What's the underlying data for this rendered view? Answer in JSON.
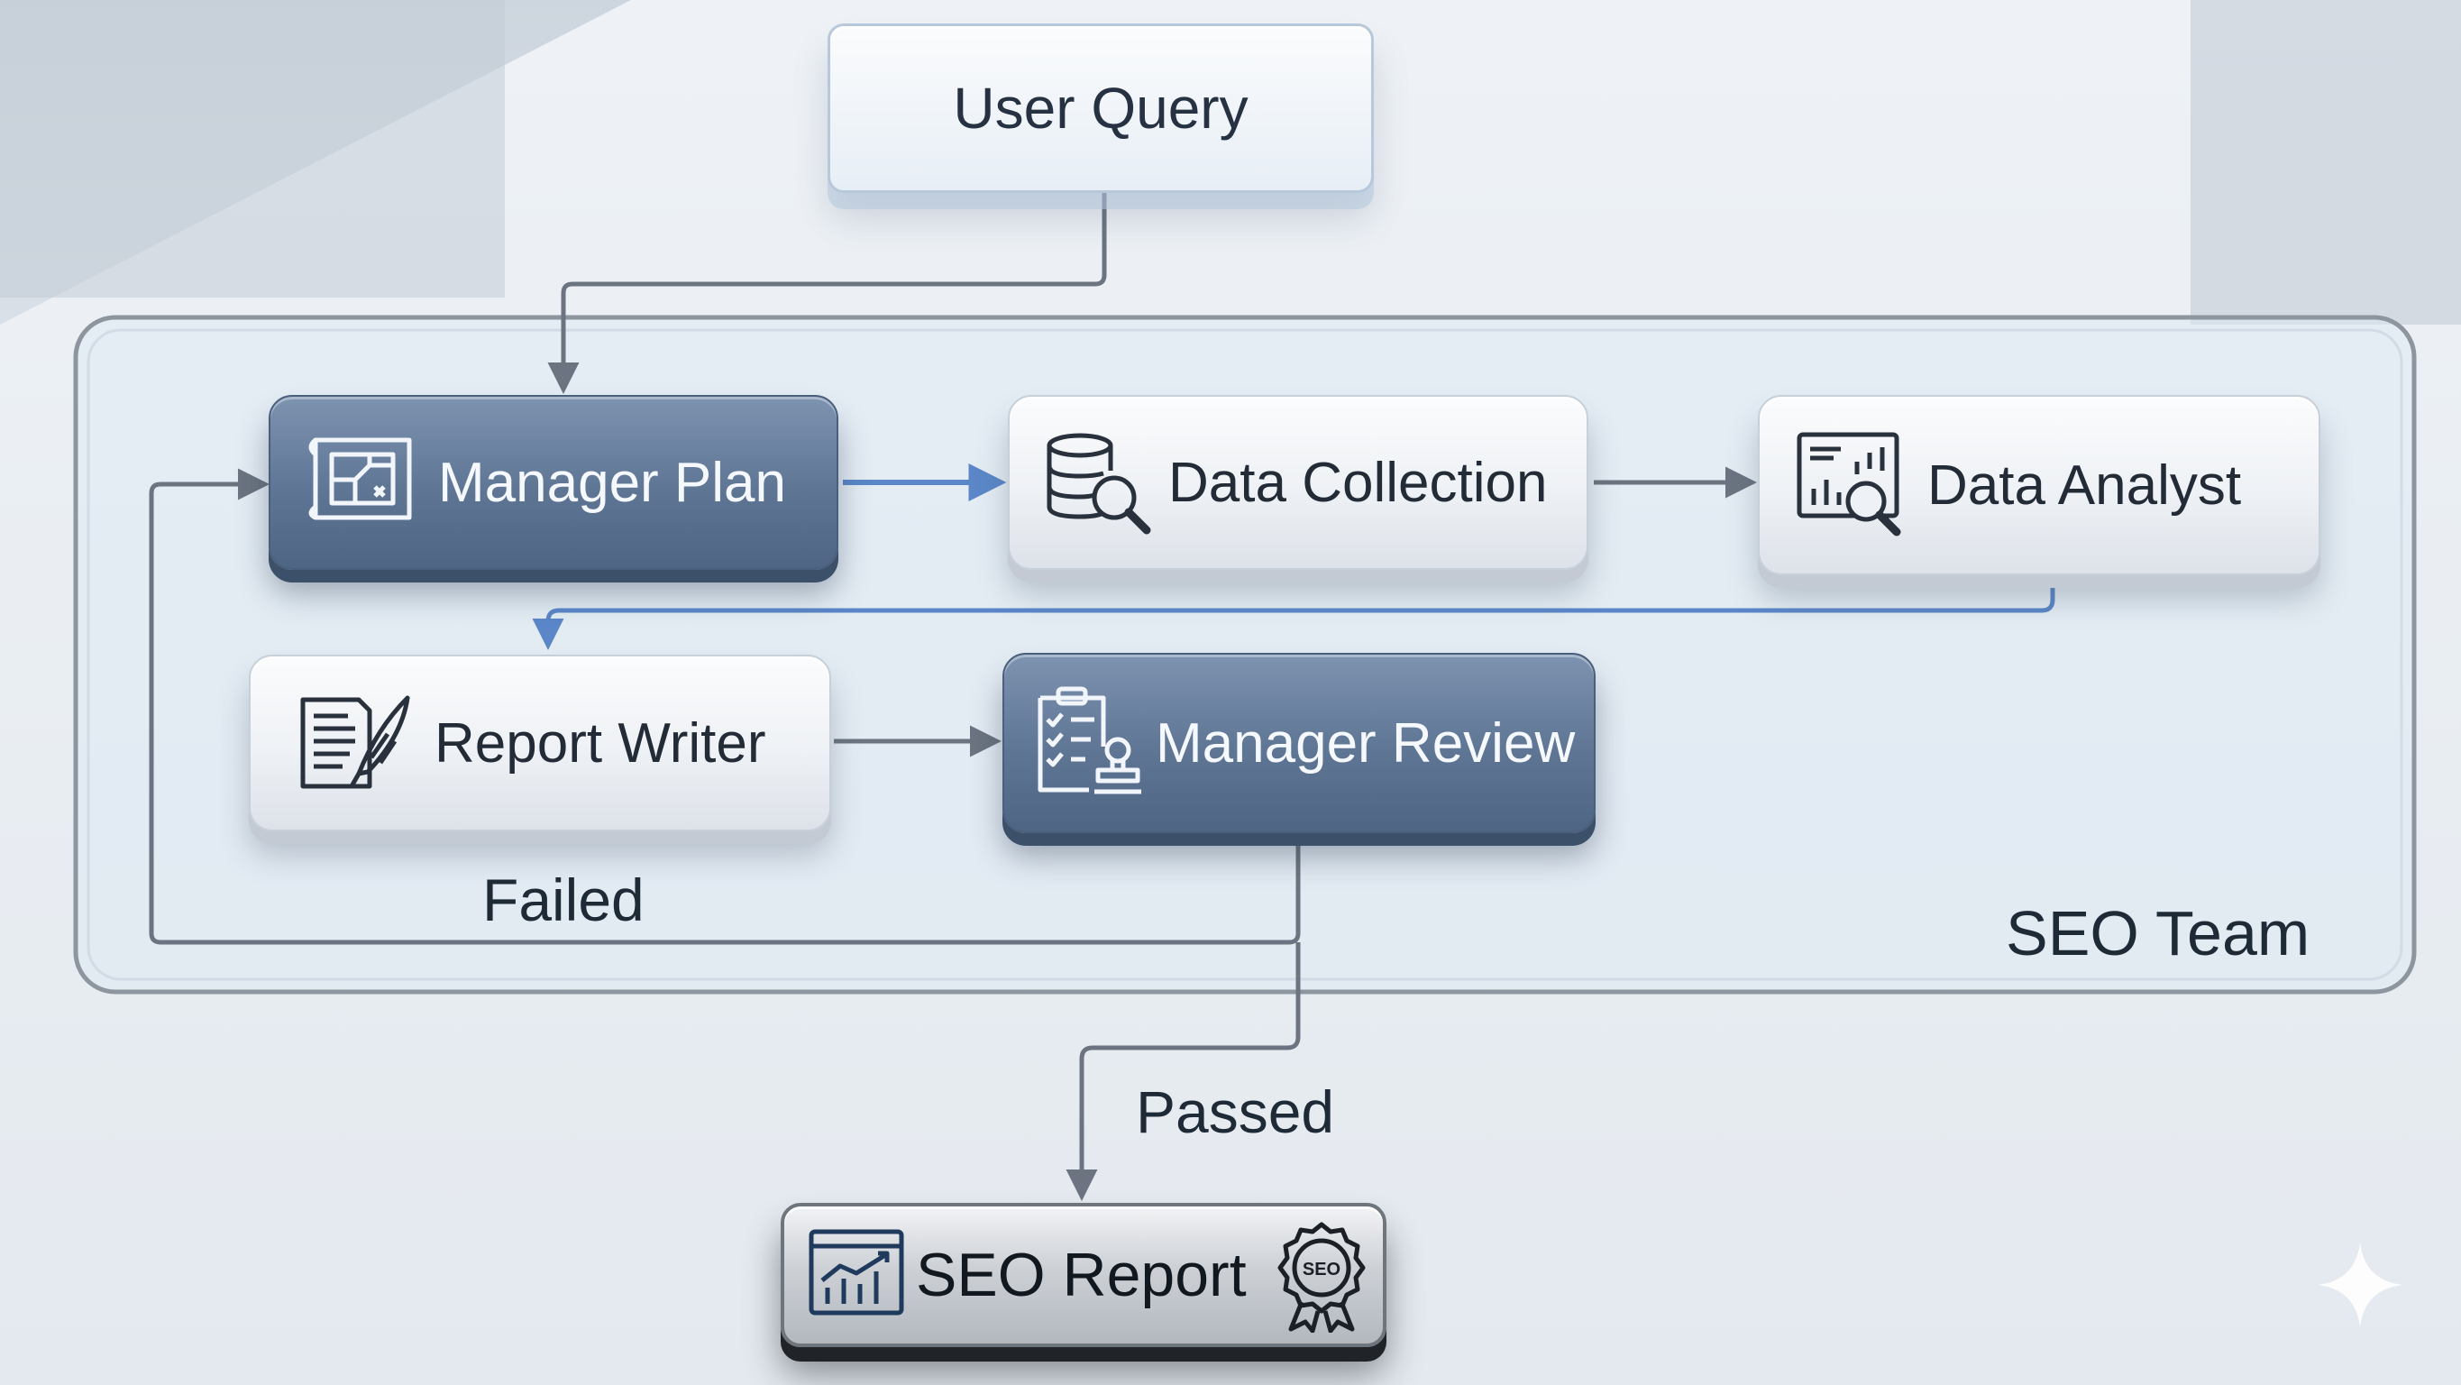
{
  "diagram": {
    "nodes": {
      "user_query": "User Query",
      "manager_plan": "Manager Plan",
      "data_collection": "Data Collection",
      "data_analyst": "Data Analyst",
      "report_writer": "Report Writer",
      "manager_review": "Manager Review",
      "seo_report": "SEO Report"
    },
    "group_label": "SEO Team",
    "edge_labels": {
      "failed": "Failed",
      "passed": "Passed"
    },
    "badge_text": "SEO",
    "icons": {
      "manager_plan": "blueprint-icon",
      "data_collection": "database-search-icon",
      "data_analyst": "analytics-search-icon",
      "report_writer": "document-quill-icon",
      "manager_review": "checklist-stamp-icon",
      "seo_report": "growth-chart-icon",
      "seo_badge": "award-seal-icon",
      "corner": "sparkle-icon"
    },
    "colors": {
      "dark_node": "#5e7594",
      "light_node": "#eef1f5",
      "connector": "#6b7480",
      "blue_connector": "#5b87c8"
    }
  }
}
